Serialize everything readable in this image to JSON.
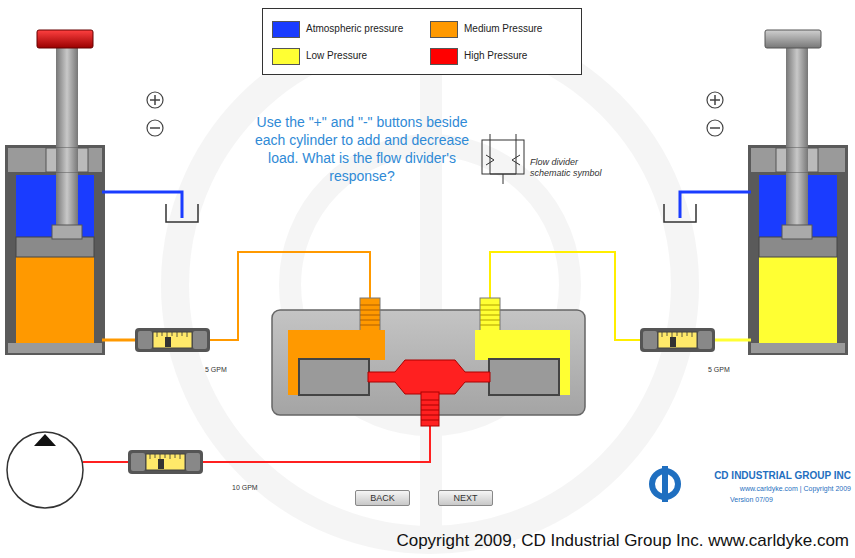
{
  "diagram": {
    "caption": "Copyright 2009, CD Industrial Group Inc. www.carldyke.com",
    "nodes": [
      {
        "text": [
          "BACK"
        ]
      },
      {
        "text": [
          "NEXT"
        ]
      }
    ],
    "labels": [
      "Use the \"+\" and \"-\" buttons beside each cylinder to add and decrease load. What is the flow divider's response?",
      "Flow divider schematic symbol",
      "5 GPM",
      "5 GPM",
      "10 GPM",
      "CD INDUSTRIAL GROUP INC",
      "www.carldyke.com | Copyright 2009",
      "Version 07/09"
    ],
    "legend": [
      {
        "text": "Atmospheric pressure",
        "color": "#1a3cff"
      },
      {
        "text": "Medium Pressure",
        "color": "#ff9900"
      },
      {
        "text": "Low Pressure",
        "color": "#ffff33"
      },
      {
        "text": "High Pressure",
        "color": "#ff0000"
      }
    ]
  }
}
